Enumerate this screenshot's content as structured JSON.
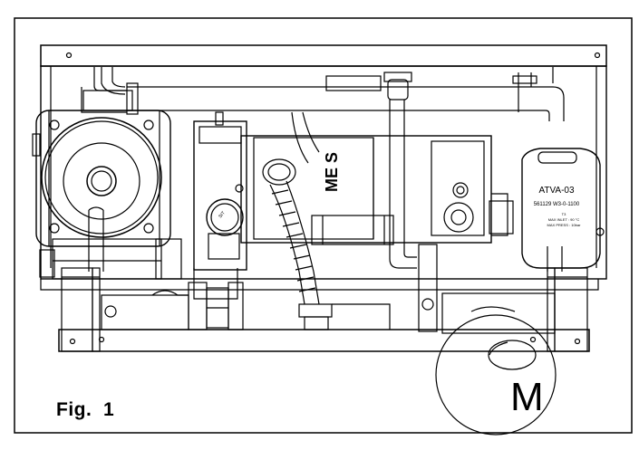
{
  "figure": {
    "caption": "Fig.  1",
    "detail_marker": "M"
  },
  "valve_label": {
    "brand": "",
    "model": "ATVA-03",
    "code": "561129 W3-0-1100",
    "spec_1": "T3",
    "spec_2": "MAX INLET : 90 °C",
    "spec_3": "MAX PRESS : 10bar"
  },
  "gas_valve_label": "SIT",
  "partial_text": "ME S",
  "colors": {
    "line": "#000000",
    "background": "#ffffff"
  }
}
